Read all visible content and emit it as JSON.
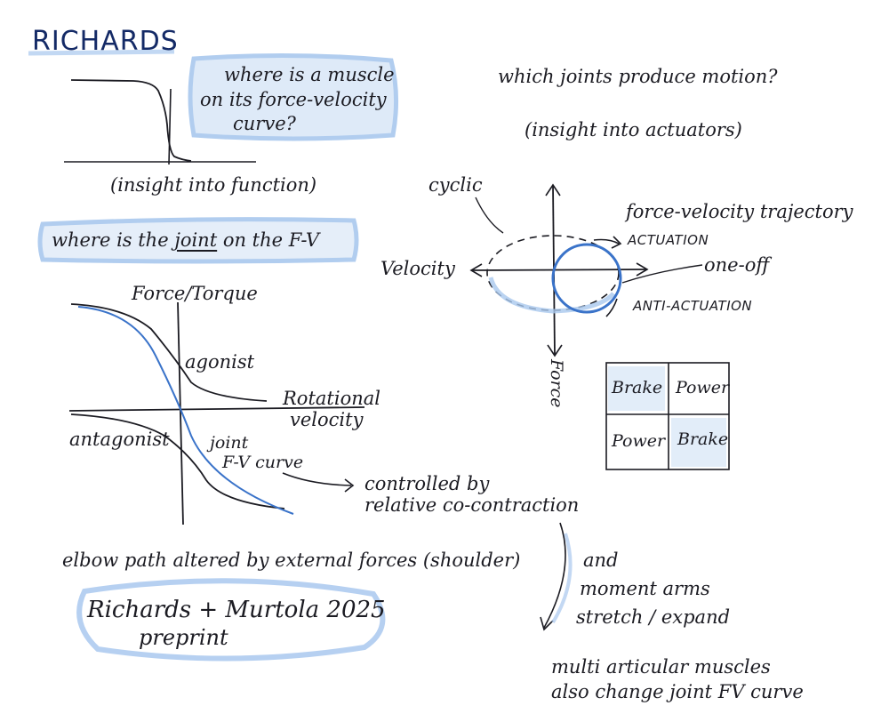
{
  "title": "RICHARDS",
  "fv_curve": {
    "question_line1": "where is a muscle",
    "question_line2": "on its force-velocity",
    "question_line3": "curve?",
    "insight": "(insight into function)"
  },
  "joint_fv": {
    "question_pre": "where is the ",
    "question_joint": "joint",
    "question_post": " on the F-V",
    "y_axis": "Force/Torque",
    "x_axis_line1": "Rotational",
    "x_axis_line2": "velocity",
    "agonist": "agonist",
    "antagonist": "antagonist",
    "joint_curve_line1": "joint",
    "joint_curve_line2": "F-V curve",
    "controlled_line1": "controlled by",
    "controlled_line2": "relative co-contraction"
  },
  "elbow_note": "elbow path altered by external forces (shoulder)",
  "reference_line1": "Richards + Murtola 2025",
  "reference_line2": "preprint",
  "trajectory": {
    "question": "which joints produce motion?",
    "insight": "(insight into actuators)",
    "cyclic": "cyclic",
    "title": "force-velocity trajectory",
    "actuation": "ACTUATION",
    "anti_actuation": "ANTI-ACTUATION",
    "one_off": "one-off",
    "x_axis": "Velocity",
    "y_axis": "Force"
  },
  "quadrant": {
    "top_left": "Brake",
    "top_right": "Power",
    "bottom_left": "Power",
    "bottom_right": "Brake"
  },
  "moment_note_line1": "and",
  "moment_note_line2": "moment arms",
  "moment_note_line3": "stretch / expand",
  "multi_note_line1": "multi articular muscles",
  "multi_note_line2": "also change joint FV curve",
  "colors": {
    "ink": "#1b1b22",
    "highlight": "#a9c8ee",
    "accent": "#3a73c9"
  }
}
